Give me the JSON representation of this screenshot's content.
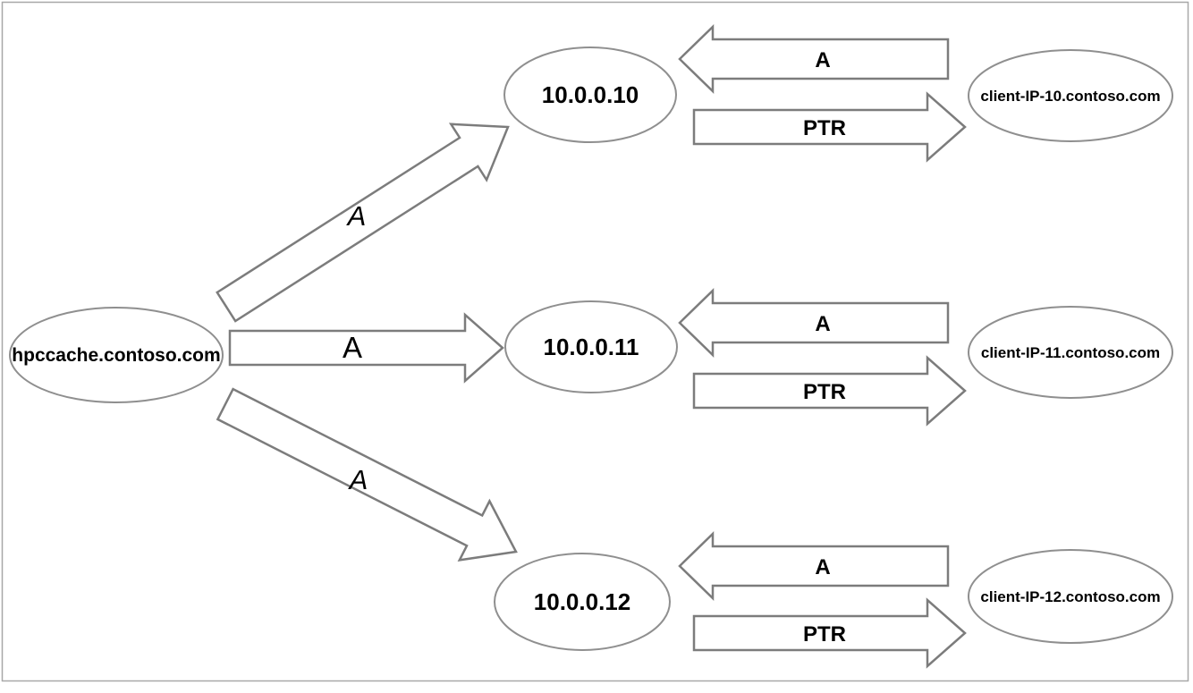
{
  "colors": {
    "background": "#ffffff",
    "node_stroke": "#8f8f8f",
    "arrow_stroke": "#7c7c7c",
    "text": "#000000",
    "page_border": "#a8a8a8"
  },
  "source_node": {
    "label": "hpccache.contoso.com"
  },
  "rows": [
    {
      "forward_record": "A",
      "ip": "10.0.0.10",
      "reverse_a_record": "A",
      "ptr_record": "PTR",
      "client": "client-IP-10.contoso.com"
    },
    {
      "forward_record": "A",
      "ip": "10.0.0.11",
      "reverse_a_record": "A",
      "ptr_record": "PTR",
      "client": "client-IP-11.contoso.com"
    },
    {
      "forward_record": "A",
      "ip": "10.0.0.12",
      "reverse_a_record": "A",
      "ptr_record": "PTR",
      "client": "client-IP-12.contoso.com"
    }
  ]
}
